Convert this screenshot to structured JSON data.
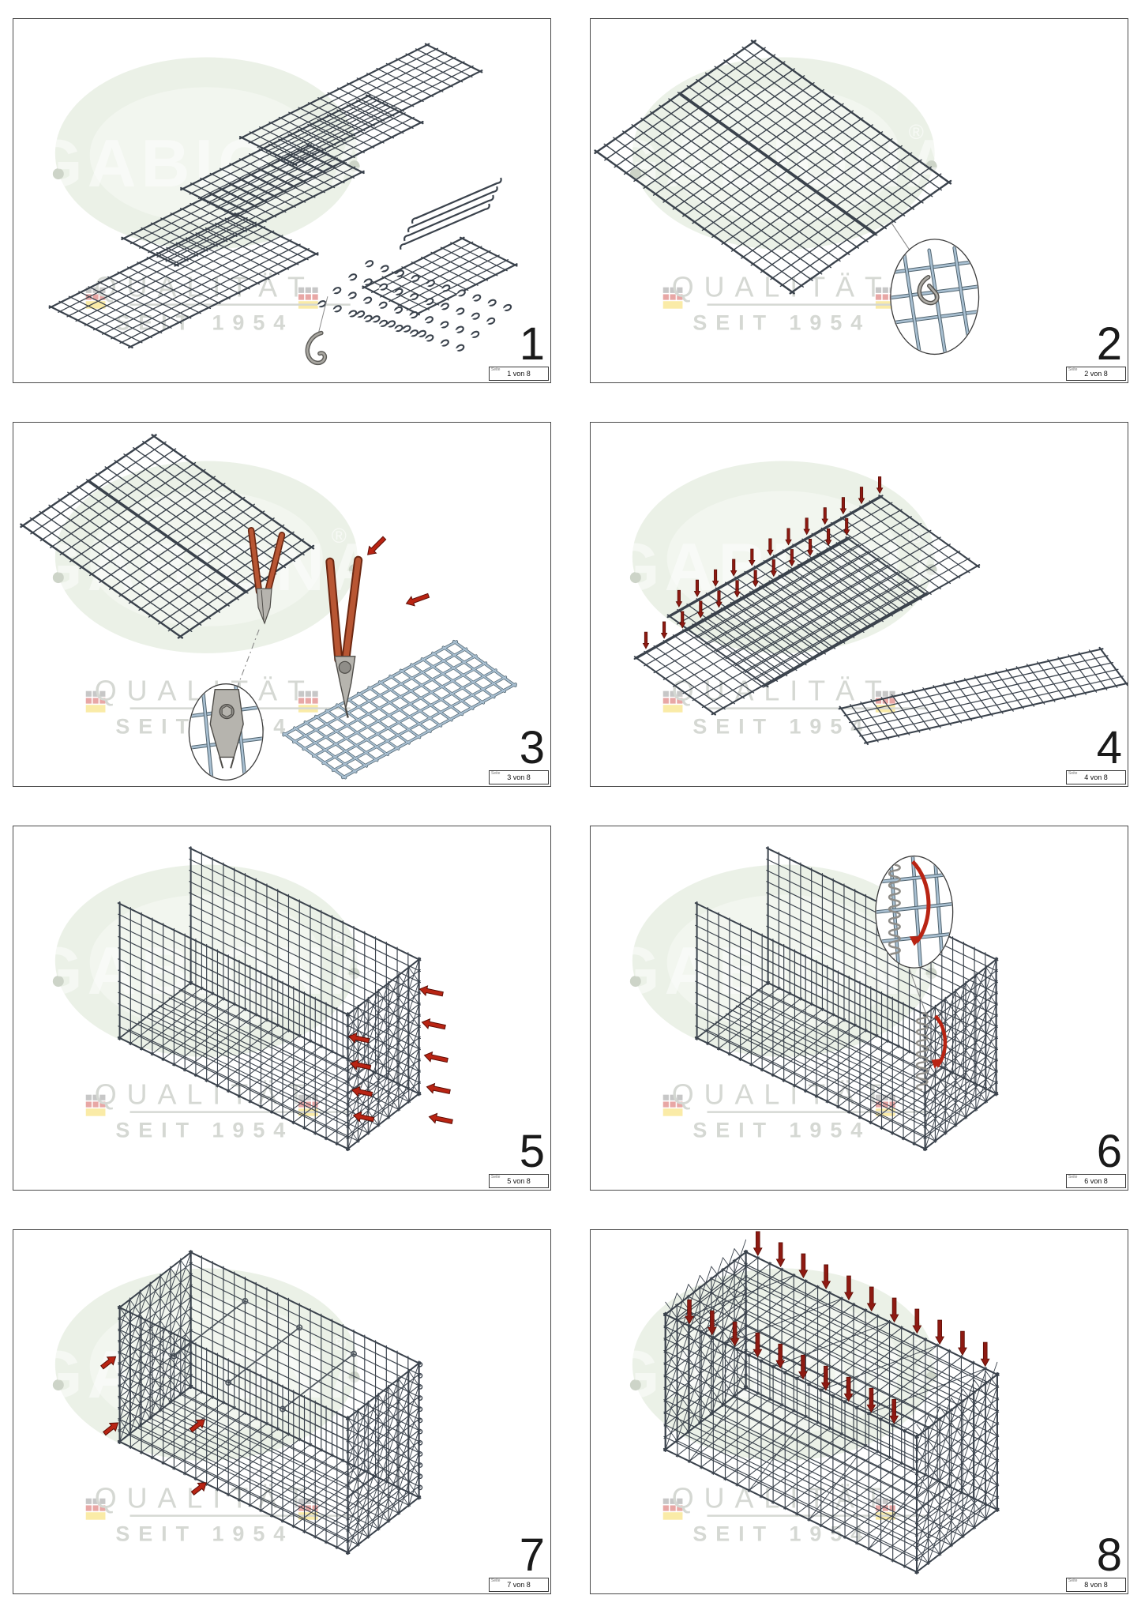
{
  "sheet": {
    "watermark": {
      "brand": "GABIONA",
      "registered": "®",
      "line1": "QUALITÄT",
      "line2": "SEIT 1954"
    },
    "page_box_label": "Seite",
    "panels": [
      {
        "number": "1",
        "page": "1 von 8"
      },
      {
        "number": "2",
        "page": "2 von 8"
      },
      {
        "number": "3",
        "page": "3 von 8"
      },
      {
        "number": "4",
        "page": "4 von 8"
      },
      {
        "number": "5",
        "page": "5 von 8"
      },
      {
        "number": "6",
        "page": "6 von 8"
      },
      {
        "number": "7",
        "page": "7 von 8"
      },
      {
        "number": "8",
        "page": "8 von 8"
      }
    ],
    "colors": {
      "mesh": "#3a424c",
      "mesh_light": "#a9c0d2",
      "mesh_light_edge": "#51646f",
      "arrow": "#b92413",
      "arrow_dark": "#5c0d05",
      "arrow_deep": "#8e1a12",
      "plier_handle": "#b85633",
      "plier_handle_dark": "#6b2711",
      "metal": "#b6b4ae",
      "metal_mid": "#8f8d88",
      "metal_dark": "#4e4c48",
      "watermark_green": "#ebf1e7",
      "watermark_text": "#d5d8d3",
      "border": "#4a4a4a",
      "leader": "#8a8a8a",
      "background": "#ffffff"
    }
  }
}
